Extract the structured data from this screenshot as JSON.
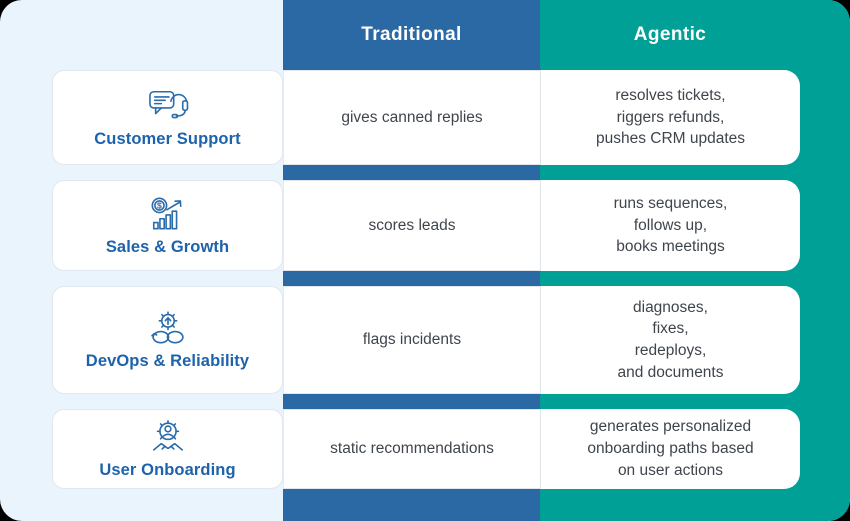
{
  "colors": {
    "traditional_column": "#2a69a4",
    "agentic_column": "#00a096",
    "card_background": "#eaf4fc",
    "label_text": "#1d63ac",
    "body_text": "#3f454c",
    "icon_stroke": "#2b6cab"
  },
  "headers": {
    "traditional": "Traditional",
    "agentic": "Agentic"
  },
  "rows": [
    {
      "label": "Customer Support",
      "icon": "headset-chat-icon",
      "traditional": "gives canned replies",
      "agentic": "resolves tickets,\nriggers refunds,\npushes CRM updates"
    },
    {
      "label": "Sales & Growth",
      "icon": "coin-growth-chart-icon",
      "traditional": "scores leads",
      "agentic": "runs sequences,\nfollows up,\nbooks meetings"
    },
    {
      "label": "DevOps & Reliability",
      "icon": "infinity-gear-icon",
      "traditional": "flags incidents",
      "agentic": "diagnoses,\nfixes,\nredeploys,\nand documents"
    },
    {
      "label": "User Onboarding",
      "icon": "gear-person-handshake-icon",
      "traditional": "static recommendations",
      "agentic": "generates personalized\nonboarding paths based\non user actions"
    }
  ],
  "chart_data": {
    "type": "table",
    "title": "",
    "columns": [
      "",
      "Traditional",
      "Agentic"
    ],
    "rows": [
      [
        "Customer Support",
        "gives canned replies",
        "resolves tickets, riggers refunds, pushes CRM updates"
      ],
      [
        "Sales & Growth",
        "scores leads",
        "runs sequences, follows up, books meetings"
      ],
      [
        "DevOps & Reliability",
        "flags incidents",
        "diagnoses, fixes, redeploys, and documents"
      ],
      [
        "User Onboarding",
        "static recommendations",
        "generates personalized onboarding paths based on user actions"
      ]
    ],
    "layout_hints": {
      "traditional_header_color": "#2a69a4",
      "agentic_header_color": "#00a096",
      "row_label_style": "white rounded cards with blue line-art icons on light blue background"
    }
  }
}
